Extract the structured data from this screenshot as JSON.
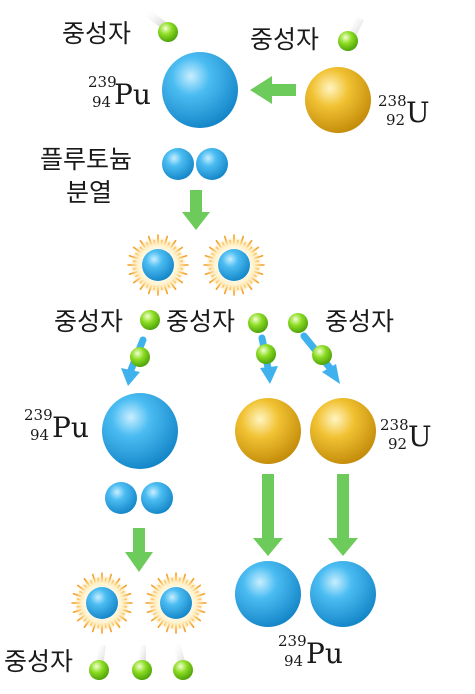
{
  "labels": {
    "neutron": "중성자",
    "fission_line1": "플루토늄",
    "fission_line2": "분열"
  },
  "isotopes": {
    "pu": {
      "symbol": "Pu",
      "mass": "239",
      "atomic": "94"
    },
    "u": {
      "symbol": "U",
      "mass": "238",
      "atomic": "92"
    }
  },
  "colors": {
    "plutonium": "#2ea8e6",
    "uranium": "#e8b51d",
    "neutron": "#6dcc10",
    "green_arrow": "#6ccb5a",
    "blue_arrow": "#3fb2ee",
    "burst": "#f4a12a"
  }
}
